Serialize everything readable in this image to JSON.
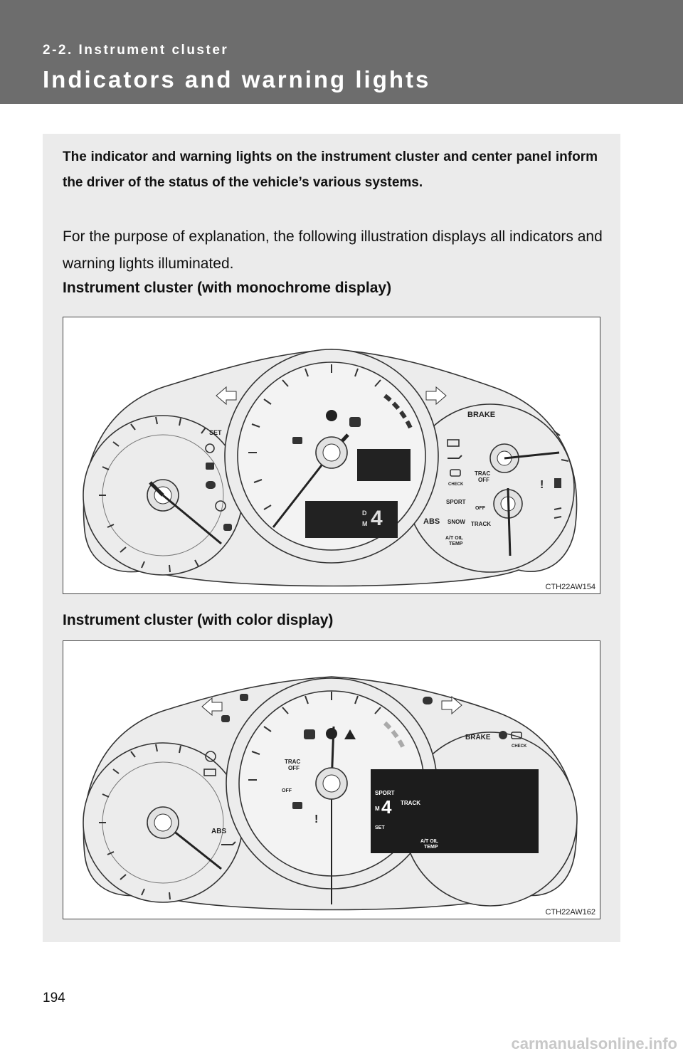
{
  "header": {
    "section_label": "2-2. Instrument cluster",
    "title": "Indicators and warning lights"
  },
  "intro": "The indicator and warning lights on the instrument cluster and center panel inform the driver of the status of the vehicle’s various systems.",
  "body": "For the purpose of explanation, the following illustration displays all indicators and warning lights illuminated.",
  "figures": [
    {
      "heading": "Instrument cluster (with monochrome display)",
      "code": "CTH22AW154",
      "labels": {
        "set": "SET",
        "brake": "BRAKE",
        "trac_off_1": "TRAC",
        "trac_off_2": "OFF",
        "check": "CHECK",
        "sport": "SPORT",
        "off": "OFF",
        "snow": "SNOW",
        "track": "TRACK",
        "abs": "ABS",
        "at_oil_1": "A/T OIL",
        "at_oil_2": "TEMP",
        "gear": "4",
        "d": "D",
        "m": "M",
        "excl": "!"
      }
    },
    {
      "heading": "Instrument cluster (with color display)",
      "code": "CTH22AW162",
      "labels": {
        "brake": "BRAKE",
        "check": "CHECK",
        "trac_off_1": "TRAC",
        "trac_off_2": "OFF",
        "off": "OFF",
        "abs": "ABS",
        "sport": "SPORT",
        "track": "TRACK",
        "at_oil_1": "A/T OIL",
        "at_oil_2": "TEMP",
        "set": "SET",
        "gear": "4",
        "m": "M",
        "excl": "!"
      }
    }
  ],
  "page_number": "194",
  "watermark": "carmanualsonline.info"
}
